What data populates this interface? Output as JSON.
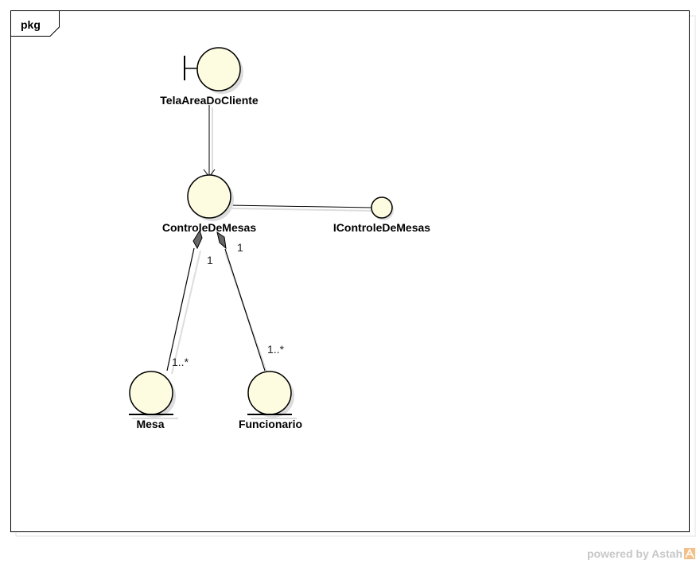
{
  "frame": {
    "label": "pkg"
  },
  "elements": {
    "tela": {
      "label": "TelaAreaDoCliente",
      "kind": "boundary"
    },
    "controle": {
      "label": "ControleDeMesas",
      "kind": "control"
    },
    "icontrole": {
      "label": "IControleDeMesas",
      "kind": "interface"
    },
    "mesa": {
      "label": "Mesa",
      "kind": "entity"
    },
    "funcionario": {
      "label": "Funcionario",
      "kind": "entity"
    }
  },
  "associations": {
    "mesa": {
      "source_multiplicity": "1",
      "target_multiplicity": "1..*"
    },
    "funcionario": {
      "source_multiplicity": "1",
      "target_multiplicity": "1..*"
    }
  },
  "watermark": {
    "text": "powered by Astah",
    "icon": "astah-logo-icon"
  },
  "colors": {
    "fill": "#fdfbe0",
    "stroke": "#000000",
    "shadow": "#dcdcdc"
  }
}
